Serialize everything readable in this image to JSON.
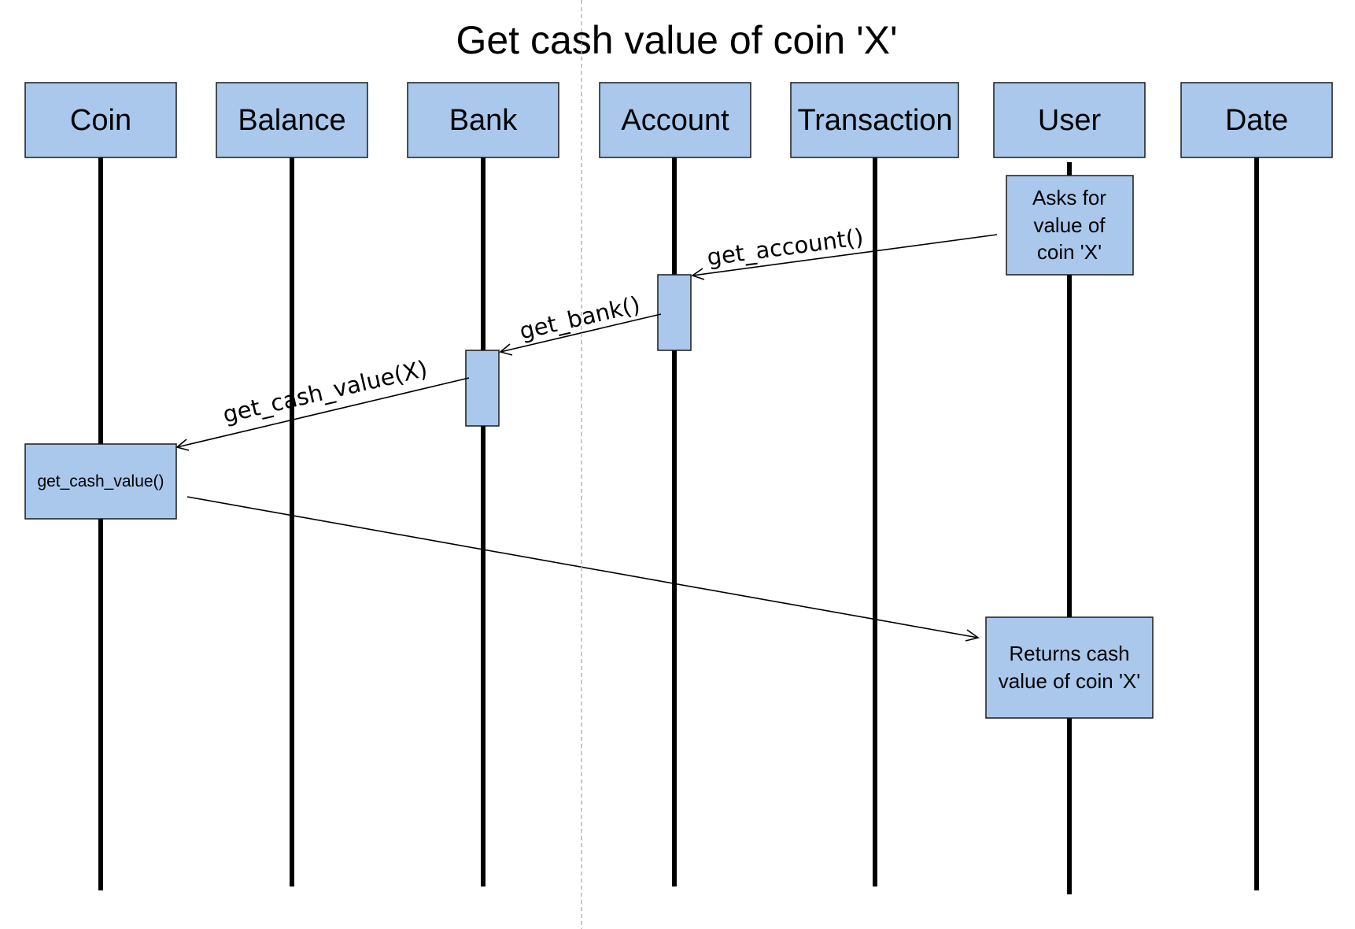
{
  "diagram": {
    "title": "Get cash value of coin 'X'",
    "colors": {
      "box_fill": "#a9c8ec",
      "box_stroke": "#1a1a1a",
      "lifeline": "#000000",
      "divider": "#b5b5b5"
    },
    "actors": [
      {
        "label": "Coin"
      },
      {
        "label": "Balance"
      },
      {
        "label": "Bank"
      },
      {
        "label": "Account"
      },
      {
        "label": "Transaction"
      },
      {
        "label": "User"
      },
      {
        "label": "Date"
      }
    ],
    "notes": {
      "user_request": [
        "Asks for",
        "value of",
        "coin 'X'"
      ],
      "coin_activation": "get_cash_value()",
      "user_result": [
        "Returns cash",
        "value of coin 'X'"
      ]
    },
    "messages": [
      {
        "label": "get_account()",
        "from": "User",
        "to": "Account"
      },
      {
        "label": "get_bank()",
        "from": "Account",
        "to": "Bank"
      },
      {
        "label": "get_cash_value(X)",
        "from": "Bank",
        "to": "Coin"
      },
      {
        "label": "",
        "from": "Coin",
        "to": "User"
      }
    ]
  }
}
